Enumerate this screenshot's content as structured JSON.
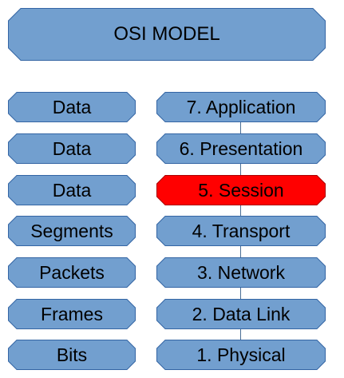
{
  "title": "OSI MODEL",
  "colors": {
    "fill": "#729fcf",
    "stroke": "#3465a4",
    "highlight_fill": "#ff0000",
    "highlight_stroke": "#aa0000",
    "text": "#000000"
  },
  "data_units": [
    {
      "label": "Data"
    },
    {
      "label": "Data"
    },
    {
      "label": "Data"
    },
    {
      "label": "Segments"
    },
    {
      "label": "Packets"
    },
    {
      "label": "Frames"
    },
    {
      "label": "Bits"
    }
  ],
  "layers": [
    {
      "label": "7. Application",
      "highlighted": false
    },
    {
      "label": "6. Presentation",
      "highlighted": false
    },
    {
      "label": "5. Session",
      "highlighted": true
    },
    {
      "label": "4. Transport",
      "highlighted": false
    },
    {
      "label": "3. Network",
      "highlighted": false
    },
    {
      "label": "2. Data Link",
      "highlighted": false
    },
    {
      "label": "1. Physical",
      "highlighted": false
    }
  ]
}
